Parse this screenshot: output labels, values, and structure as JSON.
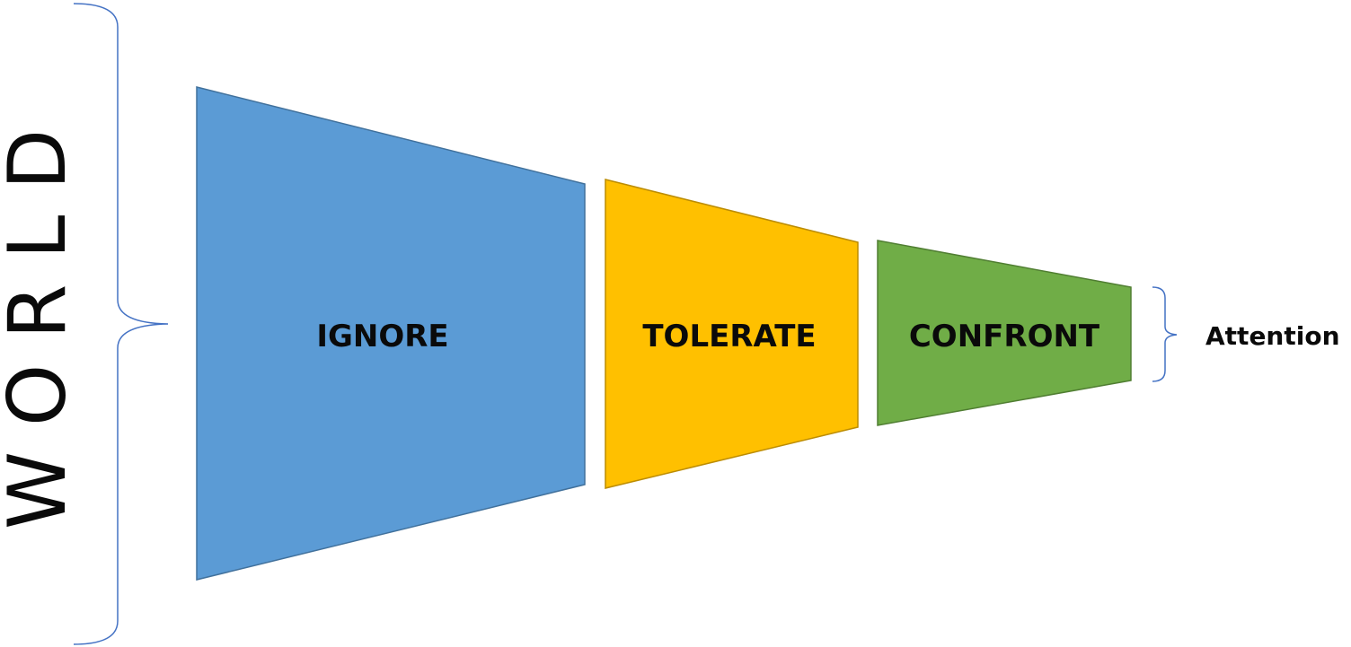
{
  "world": {
    "label": "WORLD"
  },
  "segments": [
    {
      "label": "IGNORE",
      "color": "#5b9bd5",
      "border": "#41719c"
    },
    {
      "label": "TOLERATE",
      "color": "#ffc000",
      "border": "#bc8c00"
    },
    {
      "label": "CONFRONT",
      "color": "#70ad47",
      "border": "#507e32"
    }
  ],
  "attention": {
    "label": "Attention"
  },
  "colors": {
    "bracket": "#4472c4",
    "text": "#0a0a0a"
  }
}
